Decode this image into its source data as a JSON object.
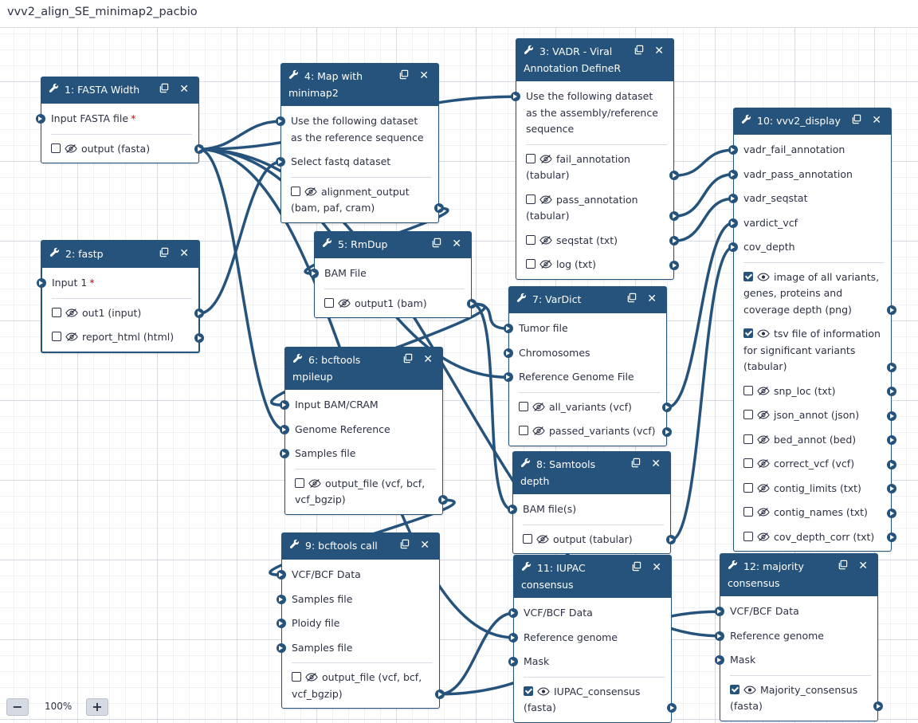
{
  "workflow_title": "vvv2_align_SE_minimap2_pacbio",
  "zoom": {
    "minus_label": "−",
    "level": "100%",
    "plus_label": "+"
  },
  "nodes": {
    "n1": {
      "title": "1: FASTA Width",
      "inputs": [
        {
          "label": "Input FASTA file",
          "required": true
        }
      ],
      "outputs": [
        {
          "label": "output (fasta)",
          "checked": false,
          "visible": false
        }
      ]
    },
    "n2": {
      "title": "2: fastp",
      "inputs": [
        {
          "label": "Input 1",
          "required": true
        }
      ],
      "outputs": [
        {
          "label": "out1 (input)",
          "checked": false,
          "visible": false
        },
        {
          "label": "report_html (html)",
          "checked": false,
          "visible": false
        }
      ]
    },
    "n3": {
      "title": "3: VADR - Viral Annotation DefineR",
      "inputs": [
        {
          "label": "Use the following dataset as the assembly/reference sequence",
          "required": false
        }
      ],
      "outputs": [
        {
          "label": "fail_annotation (tabular)",
          "checked": false,
          "visible": false
        },
        {
          "label": "pass_annotation (tabular)",
          "checked": false,
          "visible": false
        },
        {
          "label": "seqstat (txt)",
          "checked": false,
          "visible": false
        },
        {
          "label": "log (txt)",
          "checked": false,
          "visible": false
        }
      ]
    },
    "n4": {
      "title": "4: Map with minimap2",
      "inputs": [
        {
          "label": "Use the following dataset as the reference sequence",
          "required": false
        },
        {
          "label": "Select fastq dataset",
          "required": false
        }
      ],
      "outputs": [
        {
          "label": "alignment_output (bam, paf, cram)",
          "checked": false,
          "visible": false
        }
      ]
    },
    "n5": {
      "title": "5: RmDup",
      "inputs": [
        {
          "label": "BAM File",
          "required": false
        }
      ],
      "outputs": [
        {
          "label": "output1 (bam)",
          "checked": false,
          "visible": false
        }
      ]
    },
    "n6": {
      "title": "6: bcftools mpileup",
      "inputs": [
        {
          "label": "Input BAM/CRAM",
          "required": false
        },
        {
          "label": "Genome Reference",
          "required": false
        },
        {
          "label": "Samples file",
          "required": false
        }
      ],
      "outputs": [
        {
          "label": "output_file (vcf, bcf, vcf_bgzip)",
          "checked": false,
          "visible": false
        }
      ]
    },
    "n7": {
      "title": "7: VarDict",
      "inputs": [
        {
          "label": "Tumor file",
          "required": false
        },
        {
          "label": "Chromosomes",
          "required": false
        },
        {
          "label": "Reference Genome File",
          "required": false
        }
      ],
      "outputs": [
        {
          "label": "all_variants (vcf)",
          "checked": false,
          "visible": false
        },
        {
          "label": "passed_variants (vcf)",
          "checked": false,
          "visible": false
        }
      ]
    },
    "n8": {
      "title": "8: Samtools depth",
      "inputs": [
        {
          "label": "BAM file(s)",
          "required": false
        }
      ],
      "outputs": [
        {
          "label": "output (tabular)",
          "checked": false,
          "visible": false
        }
      ]
    },
    "n9": {
      "title": "9: bcftools call",
      "inputs": [
        {
          "label": "VCF/BCF Data",
          "required": false
        },
        {
          "label": "Samples file",
          "required": false
        },
        {
          "label": "Ploidy file",
          "required": false
        },
        {
          "label": "Samples file",
          "required": false
        }
      ],
      "outputs": [
        {
          "label": "output_file (vcf, bcf, vcf_bgzip)",
          "checked": false,
          "visible": false
        }
      ]
    },
    "n10": {
      "title": "10: vvv2_display",
      "inputs": [
        {
          "label": "vadr_fail_annotation",
          "required": false
        },
        {
          "label": "vadr_pass_annotation",
          "required": false
        },
        {
          "label": "vadr_seqstat",
          "required": false
        },
        {
          "label": "vardict_vcf",
          "required": false
        },
        {
          "label": "cov_depth",
          "required": false
        }
      ],
      "outputs": [
        {
          "label": "image of all variants, genes, proteins and coverage depth (png)",
          "checked": true,
          "visible": true
        },
        {
          "label": "tsv file of information for significant variants (tabular)",
          "checked": true,
          "visible": true
        },
        {
          "label": "snp_loc (txt)",
          "checked": false,
          "visible": false
        },
        {
          "label": "json_annot (json)",
          "checked": false,
          "visible": false
        },
        {
          "label": "bed_annot (bed)",
          "checked": false,
          "visible": false
        },
        {
          "label": "correct_vcf (vcf)",
          "checked": false,
          "visible": false
        },
        {
          "label": "contig_limits (txt)",
          "checked": false,
          "visible": false
        },
        {
          "label": "contig_names (txt)",
          "checked": false,
          "visible": false
        },
        {
          "label": "cov_depth_corr (txt)",
          "checked": false,
          "visible": false
        }
      ]
    },
    "n11": {
      "title": "11: IUPAC consensus",
      "inputs": [
        {
          "label": "VCF/BCF Data",
          "required": false
        },
        {
          "label": "Reference genome",
          "required": false
        },
        {
          "label": "Mask",
          "required": false
        }
      ],
      "outputs": [
        {
          "label": "IUPAC_consensus (fasta)",
          "checked": true,
          "visible": true
        }
      ]
    },
    "n12": {
      "title": "12: majority consensus",
      "inputs": [
        {
          "label": "VCF/BCF Data",
          "required": false
        },
        {
          "label": "Reference genome",
          "required": false
        },
        {
          "label": "Mask",
          "required": false
        }
      ],
      "outputs": [
        {
          "label": "Majority_consensus (fasta)",
          "checked": true,
          "visible": true
        }
      ]
    }
  },
  "connections": [
    {
      "from": "n1.o0",
      "to": "n4.i0"
    },
    {
      "from": "n1.o0",
      "to": "n3.i0"
    },
    {
      "from": "n1.o0",
      "to": "n6.i1"
    },
    {
      "from": "n1.o0",
      "to": "n7.i2"
    },
    {
      "from": "n1.o0",
      "to": "n11.i1"
    },
    {
      "from": "n1.o0",
      "to": "n12.i1"
    },
    {
      "from": "n2.o0",
      "to": "n4.i1"
    },
    {
      "from": "n4.o0",
      "to": "n5.i0"
    },
    {
      "from": "n5.o0",
      "to": "n6.i0"
    },
    {
      "from": "n5.o0",
      "to": "n7.i0"
    },
    {
      "from": "n5.o0",
      "to": "n8.i0"
    },
    {
      "from": "n6.o0",
      "to": "n9.i0"
    },
    {
      "from": "n9.o0",
      "to": "n11.i0"
    },
    {
      "from": "n9.o0",
      "to": "n12.i0"
    },
    {
      "from": "n3.o0",
      "to": "n10.i0"
    },
    {
      "from": "n3.o1",
      "to": "n10.i1"
    },
    {
      "from": "n3.o2",
      "to": "n10.i2"
    },
    {
      "from": "n7.o0",
      "to": "n10.i3"
    },
    {
      "from": "n8.o0",
      "to": "n10.i4"
    }
  ]
}
